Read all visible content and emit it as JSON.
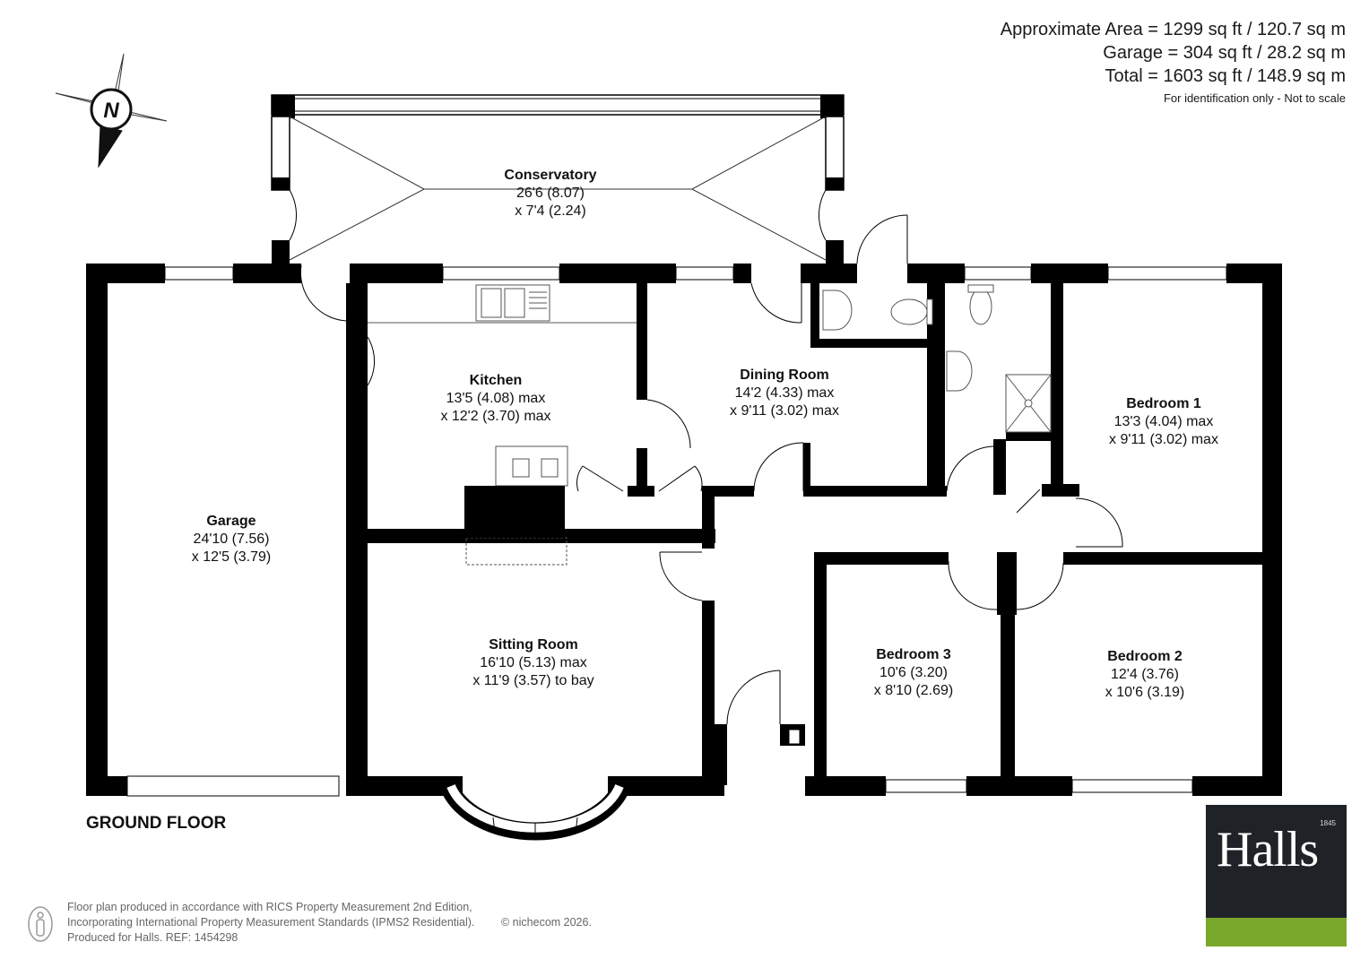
{
  "area": {
    "approx": "Approximate Area = 1299 sq ft / 120.7 sq m",
    "garage": "Garage = 304 sq ft / 28.2 sq m",
    "total": "Total = 1603 sq ft / 148.9 sq m",
    "note": "For identification only - Not to scale"
  },
  "compass": {
    "letter": "N"
  },
  "floor_label": "GROUND FLOOR",
  "rooms": {
    "conservatory": {
      "name": "Conservatory",
      "dim1": "26'6 (8.07)",
      "dim2": "x 7'4 (2.24)"
    },
    "garage": {
      "name": "Garage",
      "dim1": "24'10 (7.56)",
      "dim2": "x 12'5 (3.79)"
    },
    "kitchen": {
      "name": "Kitchen",
      "dim1": "13'5 (4.08) max",
      "dim2": "x 12'2 (3.70) max"
    },
    "dining": {
      "name": "Dining Room",
      "dim1": "14'2 (4.33) max",
      "dim2": "x 9'11 (3.02) max"
    },
    "bedroom1": {
      "name": "Bedroom 1",
      "dim1": "13'3 (4.04) max",
      "dim2": "x 9'11 (3.02) max"
    },
    "sitting": {
      "name": "Sitting Room",
      "dim1": "16'10 (5.13) max",
      "dim2": "x 11'9 (3.57) to bay"
    },
    "bedroom3": {
      "name": "Bedroom 3",
      "dim1": "10'6 (3.20)",
      "dim2": "x 8'10 (2.69)"
    },
    "bedroom2": {
      "name": "Bedroom 2",
      "dim1": "12'4 (3.76)",
      "dim2": "x 10'6 (3.19)"
    }
  },
  "footer": {
    "line1": "Floor plan produced in accordance with RICS Property Measurement 2nd Edition,",
    "line2": "Incorporating International Property Measurement Standards (IPMS2 Residential).",
    "line3": "Produced for Halls.   REF: 1454298",
    "copyright": "© nichecom 2026."
  },
  "logo": {
    "word": "Halls",
    "year": "1845",
    "colors": {
      "dark": "#1f2227",
      "green": "#7aa82c"
    }
  },
  "colors": {
    "wall": "#000000",
    "fixture_line": "#555555",
    "text": "#111111"
  }
}
